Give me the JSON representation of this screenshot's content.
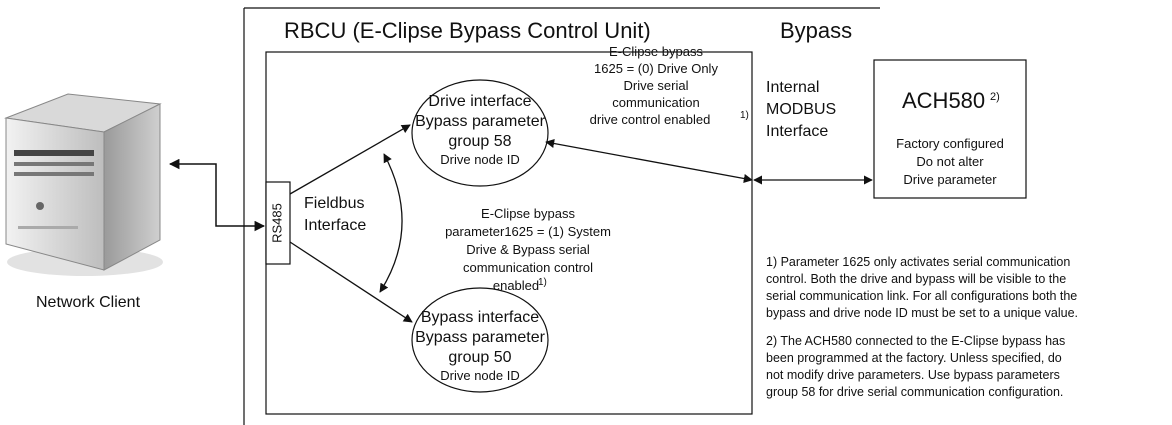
{
  "rbcu_title": "RBCU (E-Clipse Bypass Control Unit)",
  "bypass_title": "Bypass",
  "network_client_label": "Network Client",
  "rs485_label": "RS485",
  "fieldbus_interface": [
    "Fieldbus",
    "Interface"
  ],
  "internal_modbus": [
    "Internal",
    "MODBUS",
    "Interface"
  ],
  "drive_interface": {
    "lines": [
      "Drive interface",
      "Bypass parameter",
      "group 58"
    ],
    "sub": "Drive node ID"
  },
  "bypass_interface": {
    "lines": [
      "Bypass interface",
      "Bypass parameter",
      "group 50"
    ],
    "sub": "Drive node ID"
  },
  "param_drive_only": {
    "lines": [
      "E-Clipse bypass",
      "1625 = (0) Drive Only",
      "Drive serial",
      "communication",
      "drive control enabled"
    ],
    "footnote": "1)"
  },
  "param_system": {
    "lines": [
      "E-Clipse bypass",
      "parameter1625 = (1) System",
      "Drive & Bypass serial",
      "communication control",
      "enabled"
    ],
    "footnote": "1)"
  },
  "ach580": {
    "title": "ACH580",
    "footnote": "2)",
    "lines": [
      "Factory configured",
      "Do not alter",
      "Drive parameter"
    ]
  },
  "note1": [
    "1) Parameter 1625 only activates serial communication",
    "control. Both the drive and bypass will be visible to the",
    "serial communication link. For all configurations both the",
    "bypass and drive node ID must be set to a unique value."
  ],
  "note2": [
    "2) The ACH580 connected to the E-Clipse bypass has",
    "been programmed at the factory. Unless specified, do",
    "not modify drive parameters. Use bypass parameters",
    "group 58 for drive serial communication configuration."
  ]
}
